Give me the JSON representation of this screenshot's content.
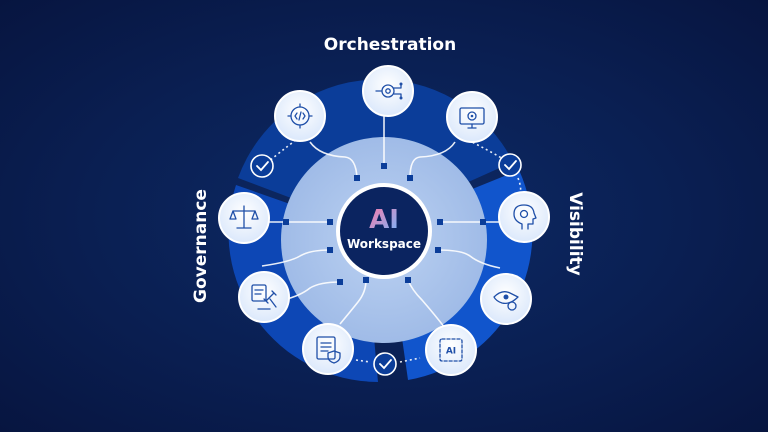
{
  "segments": {
    "orchestration": "Orchestration",
    "visibility": "Visibility",
    "governance": "Governance"
  },
  "center": {
    "title": "AI",
    "subtitle": "Workspace"
  },
  "icon_badge_text": "AI",
  "colors": {
    "background": "#0a1f52",
    "ring_outer": "#0b3d99",
    "ring_inner": "#a9c3ea",
    "node_fill": "#eaf2fd",
    "icon": "#1f4fa8",
    "ai_gradient_start": "#ff7aa8",
    "ai_gradient_end": "#6fb7ff"
  },
  "icons": [
    "code-gear-icon",
    "circuit-gear-icon",
    "monitor-gear-icon",
    "head-gear-icon",
    "eye-gear-icon",
    "ai-chip-icon",
    "document-shield-icon",
    "gavel-icon",
    "scales-icon",
    "checkmark-icon"
  ]
}
